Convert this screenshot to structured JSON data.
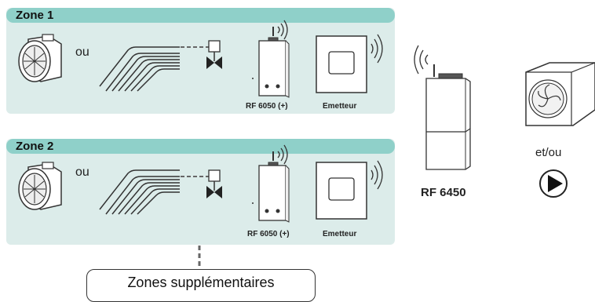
{
  "zones": [
    {
      "title": "Zone 1",
      "connector_text": "ou",
      "receiver_label": "RF 6050 (+)",
      "emitter_label": "Emetteur"
    },
    {
      "title": "Zone 2",
      "connector_text": "ou",
      "receiver_label": "RF 6050 (+)",
      "emitter_label": "Emetteur"
    }
  ],
  "central_unit": {
    "label": "RF 6450"
  },
  "heat_source": {
    "connector_text": "et/ou"
  },
  "additional": {
    "label": "Zones supplémentaires"
  },
  "colors": {
    "zone_bg": "#dcecea",
    "zone_header": "#8fd0c9",
    "stroke": "#333333",
    "dashed_link": "#666666"
  }
}
